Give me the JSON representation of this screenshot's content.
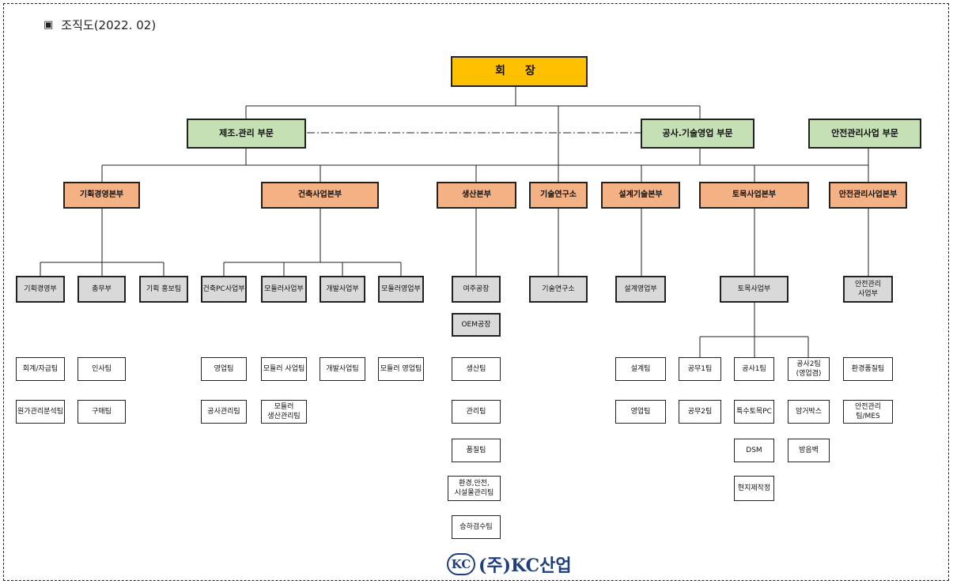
{
  "header": {
    "bullet": "▣",
    "title": "조직도(2022. 02)"
  },
  "org": {
    "chair": {
      "label": "회 장"
    },
    "divisions": [
      {
        "id": "mfg",
        "label": "제조.관리 부문"
      },
      {
        "id": "con",
        "label": "공사.기술영업 부문"
      },
      {
        "id": "safe",
        "label": "안전관리사업 부문"
      }
    ],
    "hqs": [
      {
        "id": "plan",
        "label": "기획경영본부"
      },
      {
        "id": "arch",
        "label": "건축사업본부"
      },
      {
        "id": "prod",
        "label": "생산본부"
      },
      {
        "id": "lab",
        "label": "기술연구소"
      },
      {
        "id": "design",
        "label": "설계기술본부"
      },
      {
        "id": "civil",
        "label": "토목사업본부"
      },
      {
        "id": "safety",
        "label": "안전관리사업본부"
      }
    ],
    "depts": [
      {
        "id": "d1",
        "label": "기획경영부"
      },
      {
        "id": "d2",
        "label": "총무부"
      },
      {
        "id": "d3",
        "label": "기획 홍보팀"
      },
      {
        "id": "d4",
        "label": "건축PC사업부"
      },
      {
        "id": "d5",
        "label": "모듈러사업부"
      },
      {
        "id": "d6",
        "label": "개발사업부"
      },
      {
        "id": "d7",
        "label": "모듈러영업부"
      },
      {
        "id": "d8",
        "label": "여주공장"
      },
      {
        "id": "d9",
        "label": "OEM공장"
      },
      {
        "id": "d10",
        "label": "기술연구소"
      },
      {
        "id": "d11",
        "label": "설계영업부"
      },
      {
        "id": "d12",
        "label": "토목사업부"
      },
      {
        "id": "d13",
        "label": "안전관리\n사업부"
      }
    ],
    "teams": [
      {
        "id": "t1",
        "label": "회계/자금팀"
      },
      {
        "id": "t2",
        "label": "원가관리분석팀"
      },
      {
        "id": "t3",
        "label": "인사팀"
      },
      {
        "id": "t4",
        "label": "구매팀"
      },
      {
        "id": "t5",
        "label": "영업팀"
      },
      {
        "id": "t6",
        "label": "공사관리팀"
      },
      {
        "id": "t7",
        "label": "모듈러 사업팀"
      },
      {
        "id": "t8",
        "label": "모듈러\n생산관리팀"
      },
      {
        "id": "t9",
        "label": "개발사업팀"
      },
      {
        "id": "t10",
        "label": "모듈러 영업팀"
      },
      {
        "id": "t11",
        "label": "생산팀"
      },
      {
        "id": "t12",
        "label": "관리팀"
      },
      {
        "id": "t13",
        "label": "품질팀"
      },
      {
        "id": "t14",
        "label": "환경,안전,\n시설물관리팀"
      },
      {
        "id": "t15",
        "label": "승하검수팀"
      },
      {
        "id": "t16",
        "label": "설계팀"
      },
      {
        "id": "t17",
        "label": "영업팀"
      },
      {
        "id": "t18",
        "label": "공무1팀"
      },
      {
        "id": "t19",
        "label": "공무2팀"
      },
      {
        "id": "t20",
        "label": "공사1팀"
      },
      {
        "id": "t21",
        "label": "특수토목PC"
      },
      {
        "id": "t22",
        "label": "DSM"
      },
      {
        "id": "t23",
        "label": "현지제작정"
      },
      {
        "id": "t24",
        "label": "공사2팀\n(영업겸)"
      },
      {
        "id": "t25",
        "label": "암거박스"
      },
      {
        "id": "t26",
        "label": "방음벽"
      },
      {
        "id": "t27",
        "label": "환경품질팀"
      },
      {
        "id": "t28",
        "label": "안전관리팀/MES"
      }
    ]
  },
  "logo": {
    "mark": "KC",
    "name": "(주)KC산업"
  }
}
